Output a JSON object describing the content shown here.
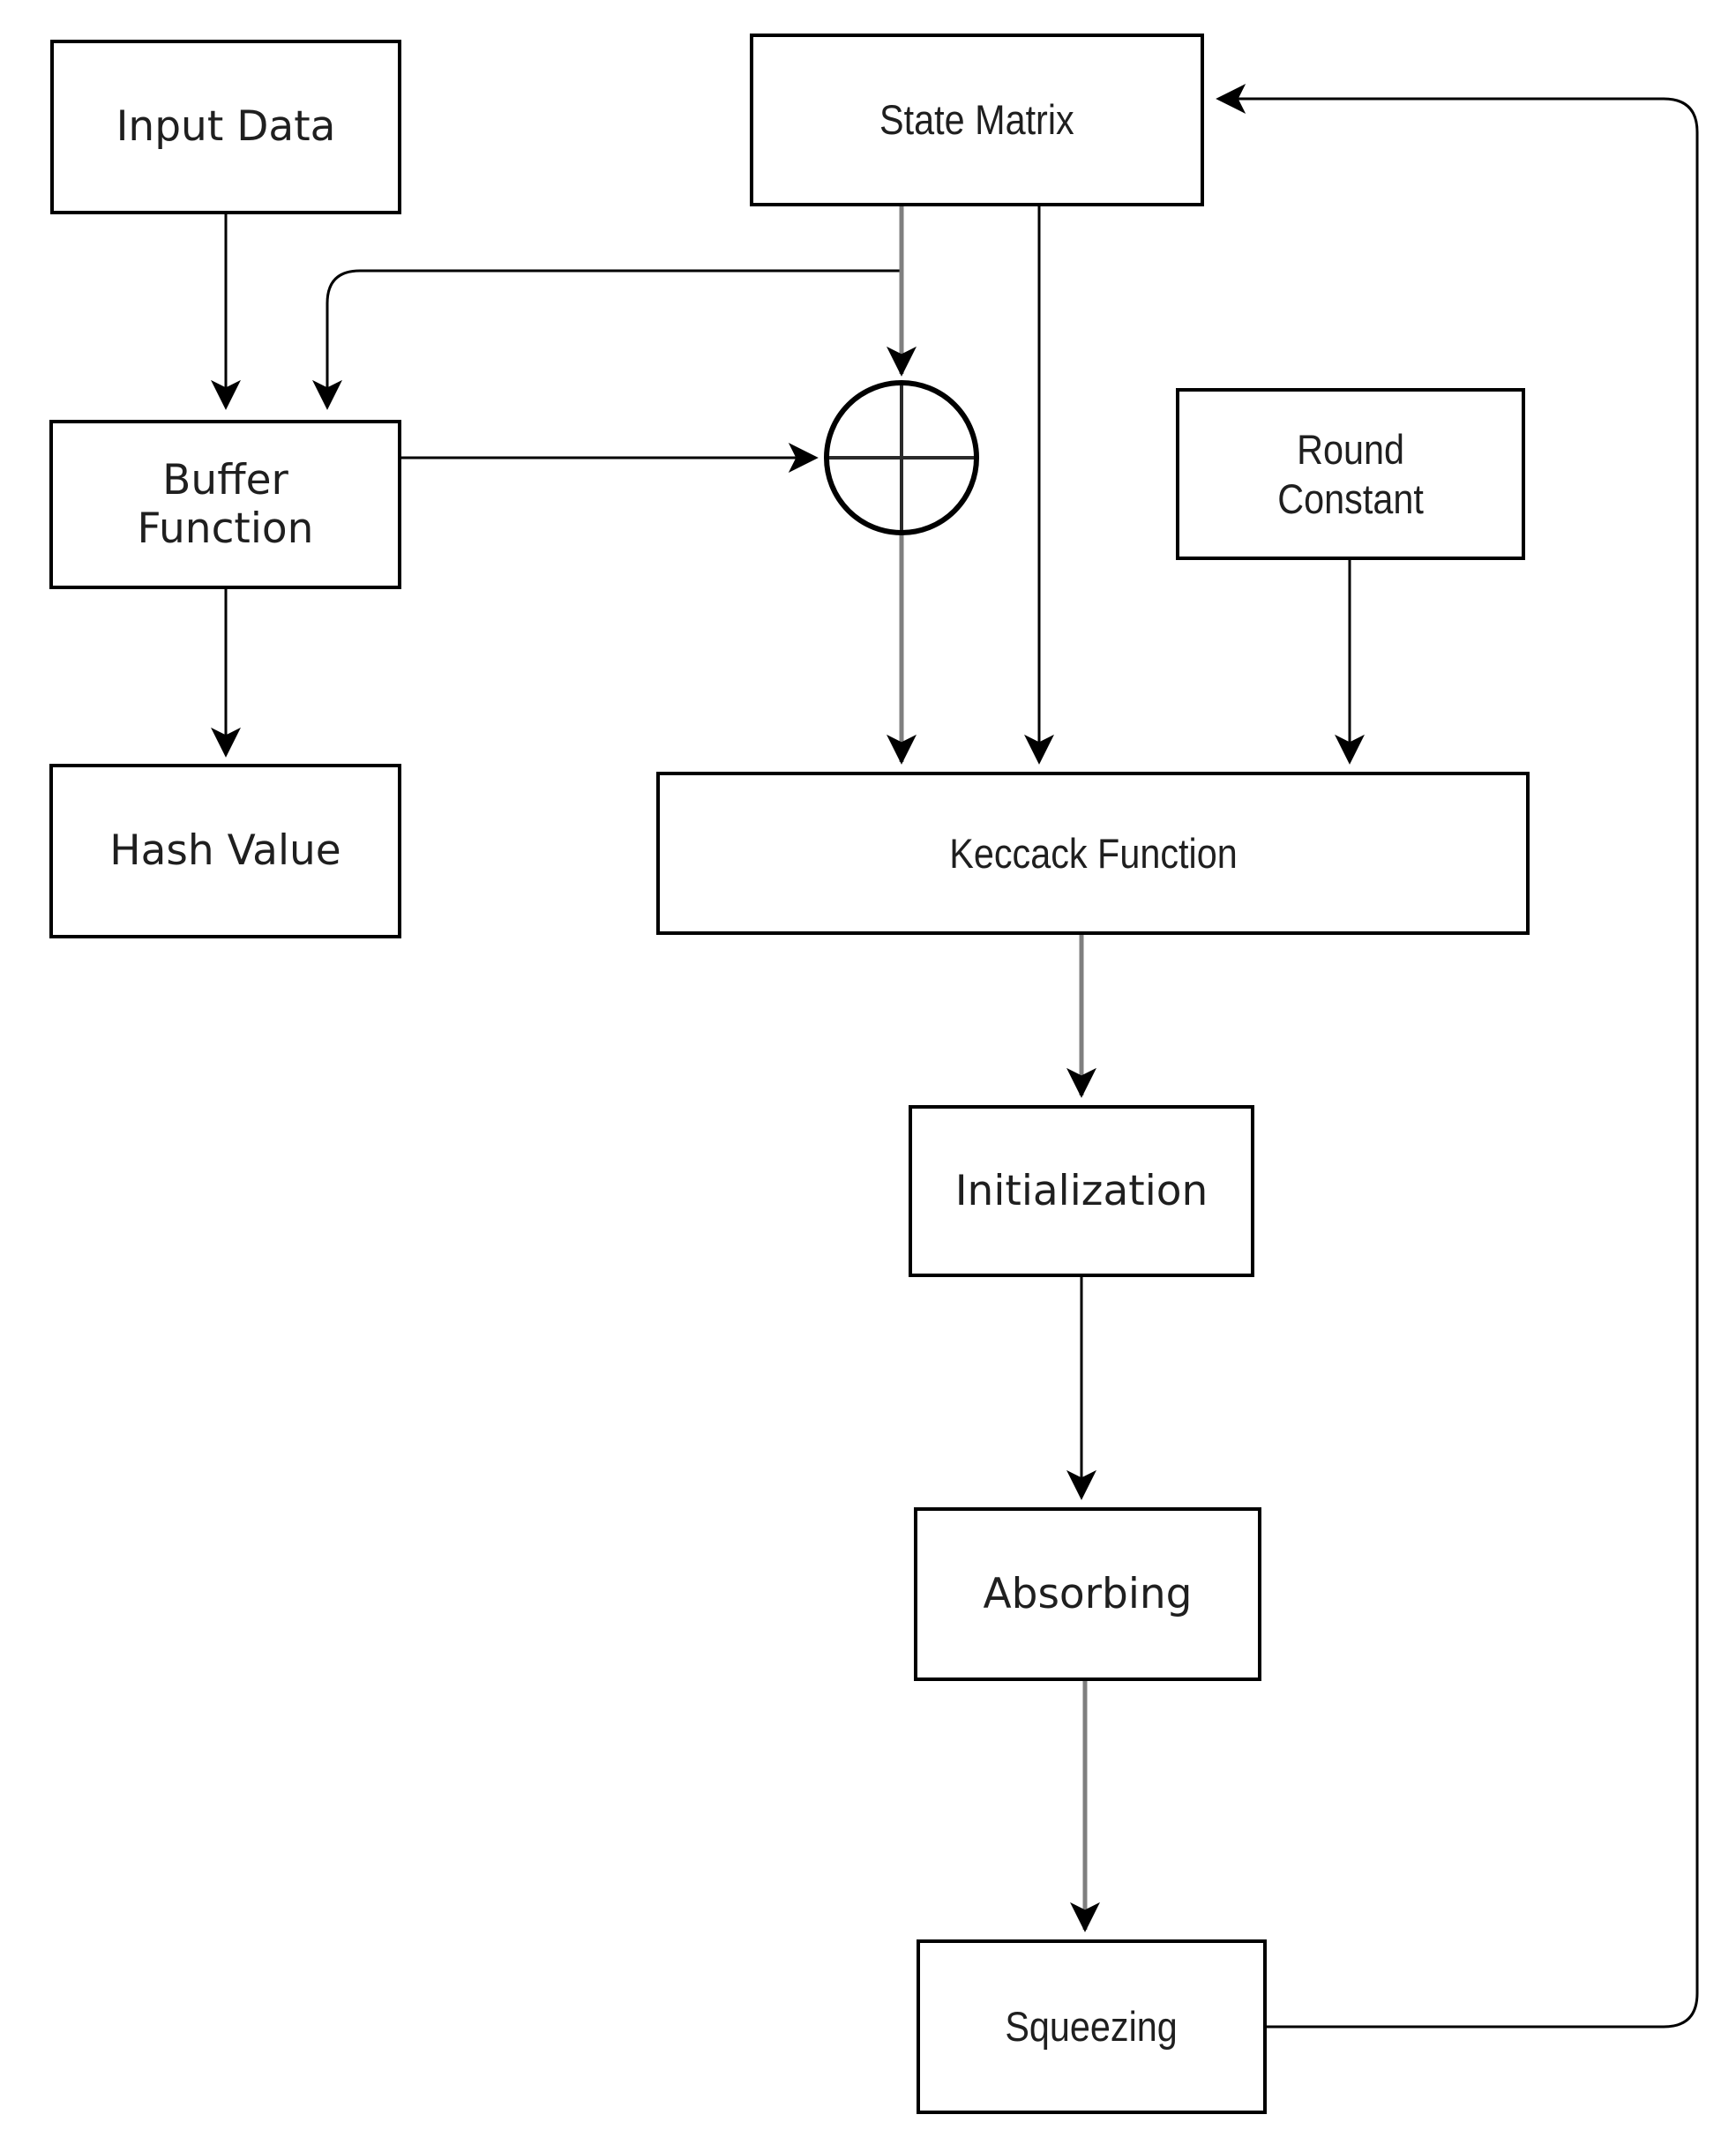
{
  "diagram": {
    "type": "flowchart",
    "background_color": "#ffffff",
    "line_color": "#000000",
    "secondary_line_color": "#7f7f7f",
    "text_color": "#1f1f1f",
    "nodes": {
      "input_data": {
        "label": "Input Data"
      },
      "state_matrix": {
        "label": "State Matrix"
      },
      "buffer_function": {
        "line1": "Buffer",
        "line2": "Function"
      },
      "round_constant": {
        "line1": "Round",
        "line2": "Constant"
      },
      "hash_value": {
        "label": "Hash Value"
      },
      "keccack_function": {
        "label": "Keccack Function"
      },
      "initialization": {
        "label": "Initialization"
      },
      "absorbing": {
        "label": "Absorbing"
      },
      "squeezing": {
        "label": "Squeezing"
      }
    },
    "operator": {
      "name": "xor",
      "symbol": "⊕"
    },
    "edges": [
      {
        "from": "input_data",
        "to": "buffer_function",
        "color": "#000000"
      },
      {
        "from": "state_matrix",
        "to": "buffer_function",
        "color": "#000000",
        "note": "branch from state line, rounded corner"
      },
      {
        "from": "state_matrix",
        "to": "xor",
        "color": "#7f7f7f"
      },
      {
        "from": "buffer_function",
        "to": "xor",
        "color": "#000000"
      },
      {
        "from": "xor",
        "to": "keccack_function",
        "color": "#7f7f7f"
      },
      {
        "from": "state_matrix",
        "to": "keccack_function",
        "color": "#000000"
      },
      {
        "from": "round_constant",
        "to": "keccack_function",
        "color": "#000000"
      },
      {
        "from": "buffer_function",
        "to": "hash_value",
        "color": "#000000"
      },
      {
        "from": "keccack_function",
        "to": "initialization",
        "color": "#7f7f7f"
      },
      {
        "from": "initialization",
        "to": "absorbing",
        "color": "#000000"
      },
      {
        "from": "absorbing",
        "to": "squeezing",
        "color": "#7f7f7f"
      },
      {
        "from": "squeezing",
        "to": "state_matrix",
        "color": "#000000",
        "note": "feedback loop along right edge"
      }
    ]
  }
}
